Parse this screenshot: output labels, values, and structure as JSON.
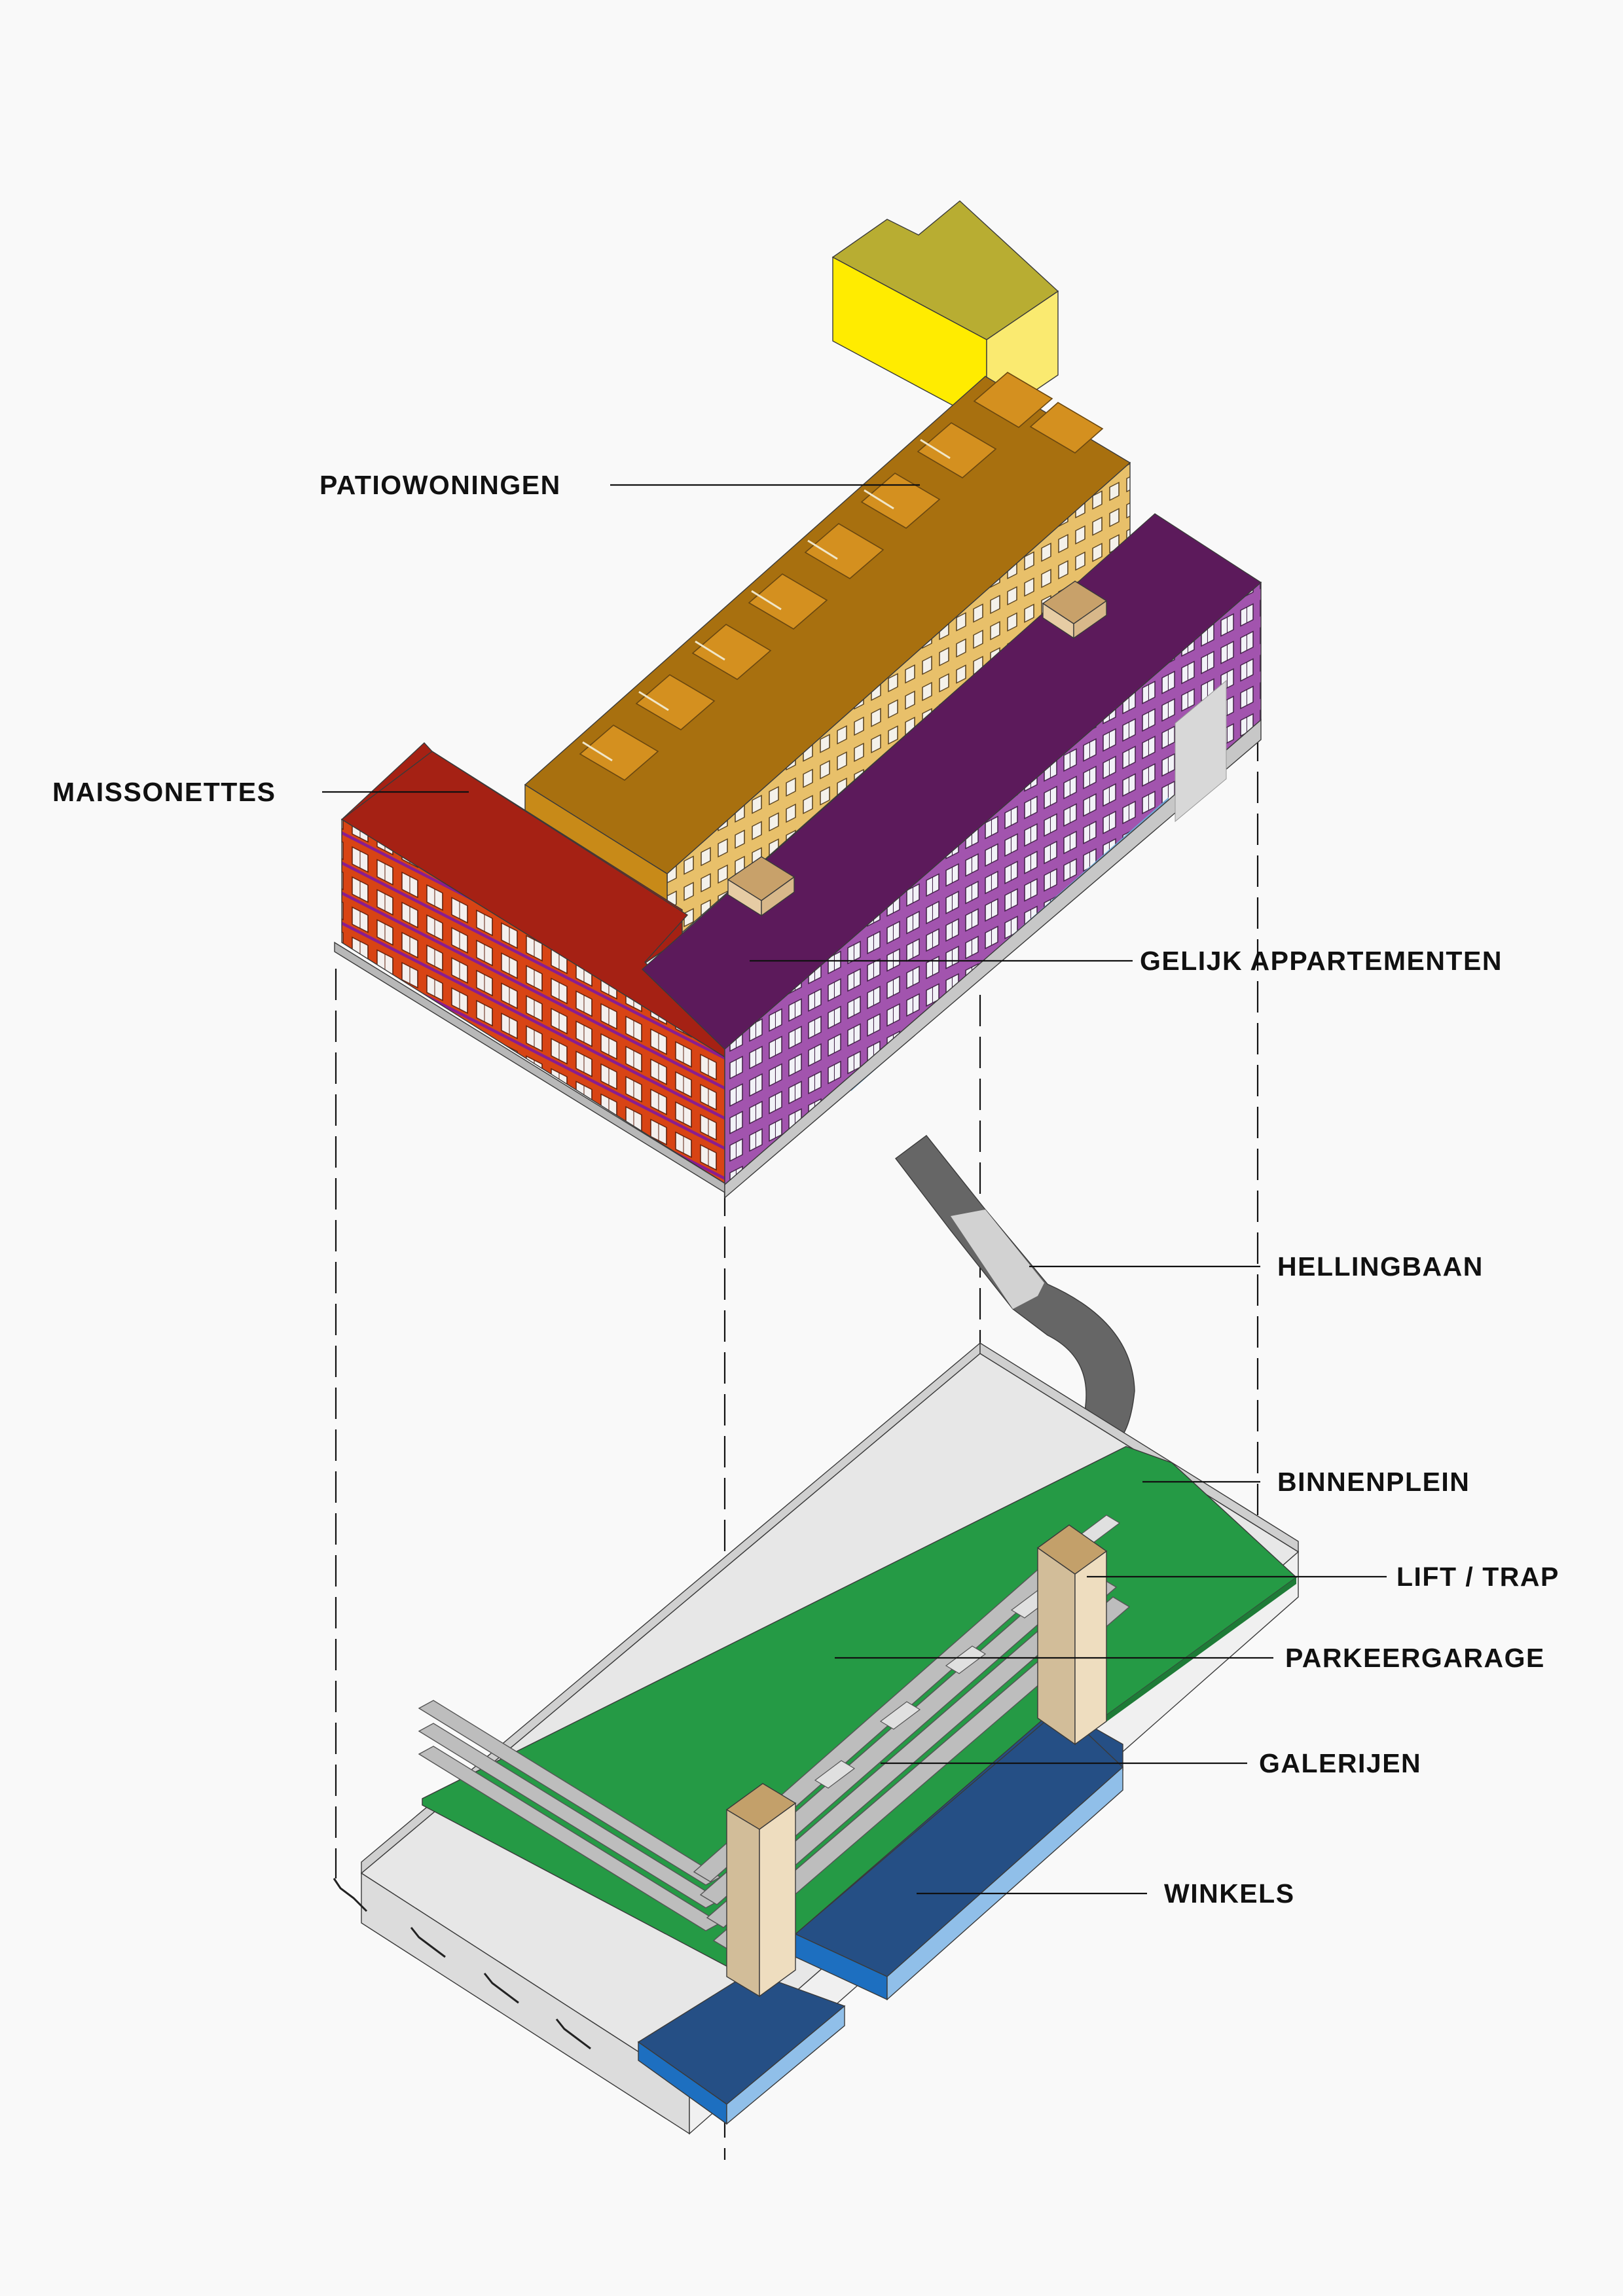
{
  "labels": {
    "patiowoningen": "PATIOWONINGEN",
    "maissonettes": "MAISSONETTES",
    "gelijk": "GELIJK APPARTEMENTEN",
    "hellingbaan": "HELLINGBAAN",
    "binnenplein": "BINNENPLEIN",
    "lift": "LIFT / TRAP",
    "parkeergarage": "PARKEERGARAGE",
    "galerijen": "GALERIJEN",
    "winkels": "WINKELS"
  },
  "colors": {
    "background": "#f9f9f9",
    "patio_roof": "#a8700f",
    "patio_light": "#d4901f",
    "patio_wall": "#e8c06a",
    "yellow_top": "#b8ad32",
    "yellow_front": "#ffec00",
    "yellow_side": "#faea70",
    "maisonette_roof": "#a52114",
    "maisonette_wall": "#d84414",
    "apartment_roof": "#5c1a5b",
    "apartment_wall": "#a254ae",
    "ramp": "#666666",
    "ramp_light": "#d2d2d2",
    "courtyard": "#259a45",
    "shops_top": "#254f85",
    "shops_side": "#90bfe9",
    "lift_front": "#d2bd99",
    "lift_side": "#eeddbf",
    "garage_floor": "#e7e7e7"
  }
}
